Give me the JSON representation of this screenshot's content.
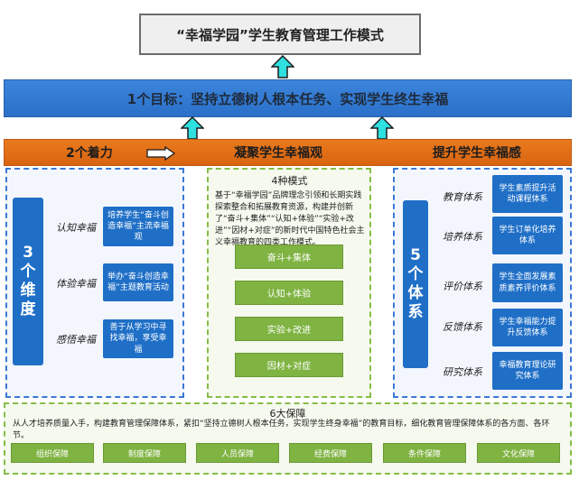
{
  "title": "“幸福学园”学生教育管理工作模式",
  "goal": "1个目标：坚持立德树人根本任务、实现学生终生幸福",
  "focus": {
    "label": "2个着力",
    "center": "凝聚学生幸福观",
    "right": "提升学生幸福感"
  },
  "dimensions": {
    "heading_num": "3",
    "heading_chars": [
      "个",
      "维",
      "度"
    ],
    "items": [
      {
        "label": "认知幸福",
        "card": "培养学生“奋斗创造幸福”主流幸福观"
      },
      {
        "label": "体验幸福",
        "card": "举办“奋斗创造幸福”主题教育活动"
      },
      {
        "label": "感悟幸福",
        "card": "善于从学习中寻找幸福，享受幸福"
      }
    ]
  },
  "modes": {
    "title": "4种模式",
    "description": "基于“幸福学园”品牌理念引领和长期实践探索整合和拓展教育资源，构建并创新了“奋斗+集体”“认知+体验”“实验+改进”“因材+对症”的新时代中国特色社会主义幸福教育的四类工作模式。",
    "items": [
      "奋斗+集体",
      "认知+体验",
      "实验+改进",
      "因材+对症"
    ]
  },
  "systems": {
    "heading_num": "5",
    "heading_chars": [
      "个",
      "体",
      "系"
    ],
    "items": [
      {
        "label": "教育体系",
        "card": "学生素质提升活动课程体系"
      },
      {
        "label": "培养体系",
        "card": "学生订单化培养体系"
      },
      {
        "label": "评价体系",
        "card": "学生全面发展素质素养评价体系"
      },
      {
        "label": "反馈体系",
        "card": "学生幸福能力提升反馈体系"
      },
      {
        "label": "研究体系",
        "card": "幸福教育理论研究体系"
      }
    ]
  },
  "guarantees": {
    "title": "6大保障",
    "description": "从人才培养质量入手，构建教育管理保障体系，紧扣“坚持立德树人根本任务，实现学生终身幸福”的教育目标，细化教育管理保障体系的各方面、各环节。",
    "items": [
      "组织保障",
      "制度保障",
      "人员保障",
      "经费保障",
      "条件保障",
      "文化保障"
    ]
  },
  "colors": {
    "blue": "#1f6fc7",
    "goal_bar": "#3d86dc",
    "orange": "#e27016",
    "green": "#7fb342",
    "arrow_fill": "#2fe0e0"
  }
}
